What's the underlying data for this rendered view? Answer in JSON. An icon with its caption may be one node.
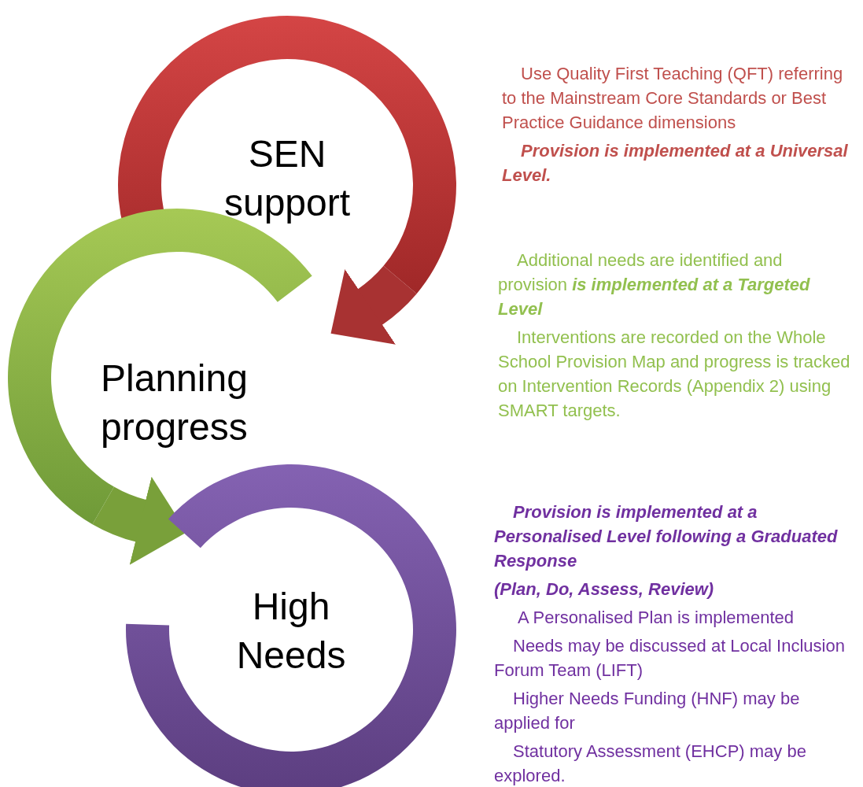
{
  "diagram": {
    "nodes": [
      {
        "text": [
          "SEN support"
        ],
        "beside": [
          "Use Quality First Teaching (QFT) referring to the Mainstream Core Standards or Best Practice Guidance dimensions",
          "Provision is implemented at a Universal Level."
        ]
      },
      {
        "text": [
          "Planning progress"
        ],
        "beside": [
          "Additional needs are identified and provision *is implemented at a Targeted Level*",
          "Interventions are recorded on the Whole School Provision Map and progress is tracked on Intervention Records (Appendix 2) using SMART targets."
        ]
      },
      {
        "text": [
          "High Needs"
        ],
        "beside": [
          "Provision is implemented at a Personalised Level following a Graduated Response",
          "(Plan, Do, Assess, Review)",
          "A Personalised Plan is implemented",
          "Needs may be discussed at Local Inclusion Forum Team (LIFT)",
          "Higher Needs Funding (HNF) may be applied for",
          "Statutory Assessment (EHCP) may be explored."
        ]
      }
    ],
    "edges": [
      {
        "from": 0,
        "to": 1,
        "arrow": "to",
        "color": "#a83232"
      },
      {
        "from": 1,
        "to": 2,
        "arrow": "to",
        "color": "#79a03a"
      }
    ]
  }
}
